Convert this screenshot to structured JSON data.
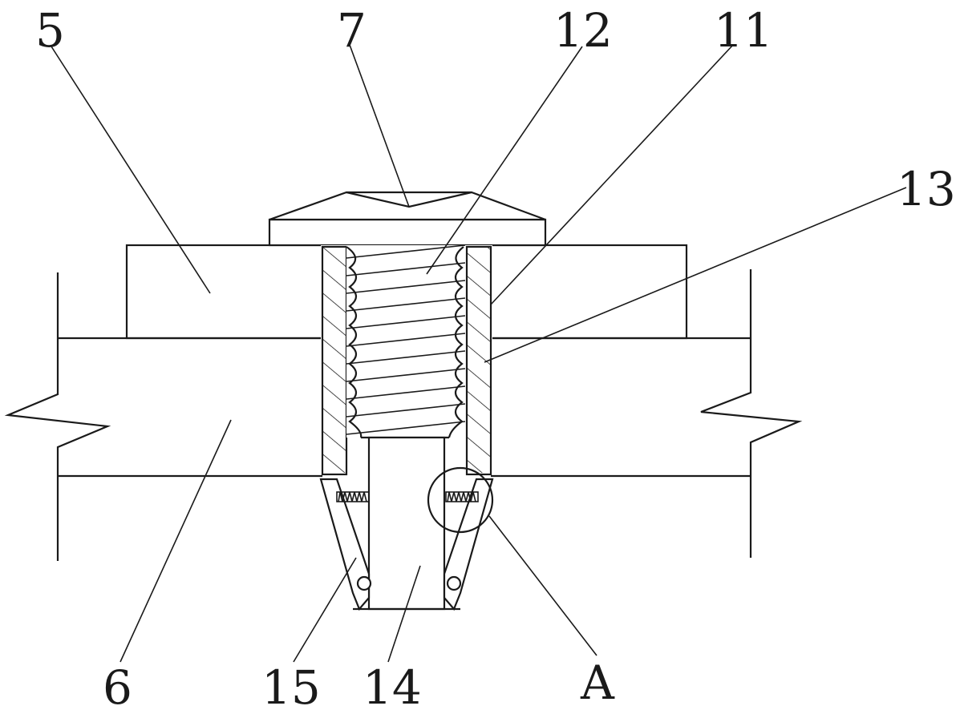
{
  "figure": {
    "labels": {
      "l5": "5",
      "l7": "7",
      "l12": "12",
      "l11": "11",
      "l13": "13",
      "l6": "6",
      "l15": "15",
      "l14": "14",
      "lA": "A"
    },
    "colors": {
      "line": "#1a1a1a",
      "background": "#ffffff"
    }
  }
}
